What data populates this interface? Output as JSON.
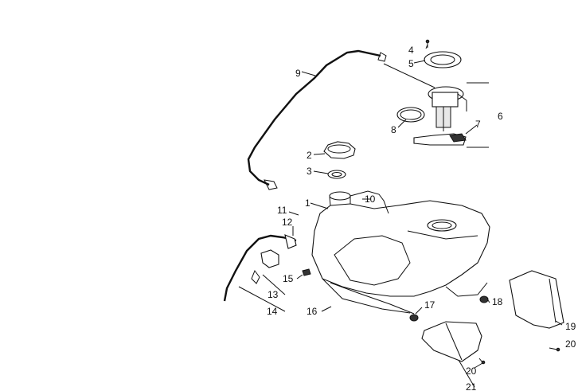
{
  "callouts": {
    "c1": "1",
    "c2": "2",
    "c3": "3",
    "c4": "4",
    "c5": "5",
    "c6": "6",
    "c7": "7",
    "c8": "8",
    "c9": "9",
    "c10": "10",
    "c11": "11",
    "c12": "12",
    "c13": "13",
    "c14": "14",
    "c15": "15",
    "c16": "16",
    "c17": "17",
    "c18": "18",
    "c19": "19",
    "c20a": "20",
    "c20b": "20",
    "c21": "21"
  }
}
